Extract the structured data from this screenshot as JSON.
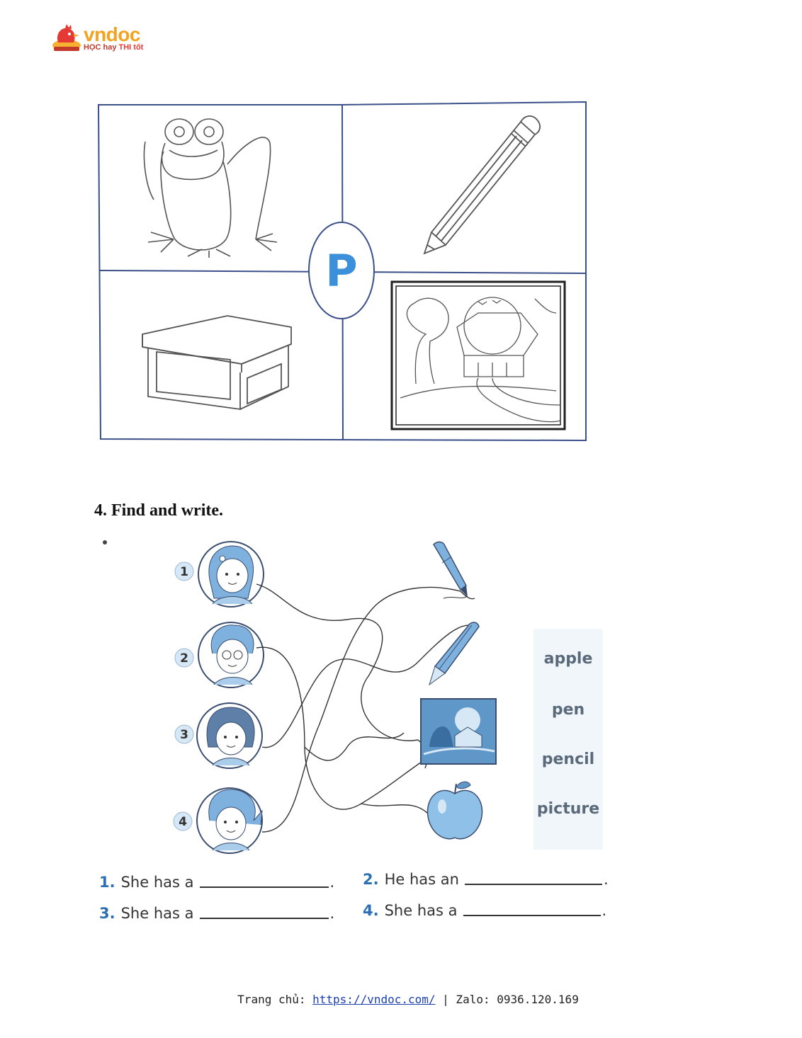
{
  "logo": {
    "brand": "vndoc",
    "slogan_part1": "HỌC hay ",
    "slogan_part2": "THI tốt"
  },
  "letter_figure": {
    "center_letter": "P"
  },
  "exercise": {
    "title": "4. Find and write.",
    "people_numbers": [
      "1",
      "2",
      "3",
      "4"
    ],
    "word_bank": [
      "apple",
      "pen",
      "pencil",
      "picture"
    ],
    "sentences": [
      {
        "num": "1.",
        "text": "She has a",
        "end": "."
      },
      {
        "num": "2.",
        "text": "He has an",
        "end": "."
      },
      {
        "num": "3.",
        "text": "She has a",
        "end": "."
      },
      {
        "num": "4.",
        "text": "She has a",
        "end": "."
      }
    ]
  },
  "footer": {
    "label": "Trang chủ: ",
    "url": "https://vndoc.com/",
    "separator": " | Zalo: 0936.120.169"
  },
  "colors": {
    "accent_blue": "#2d6fb3",
    "logo_orange": "#f4a321",
    "logo_red": "#c0392b"
  }
}
